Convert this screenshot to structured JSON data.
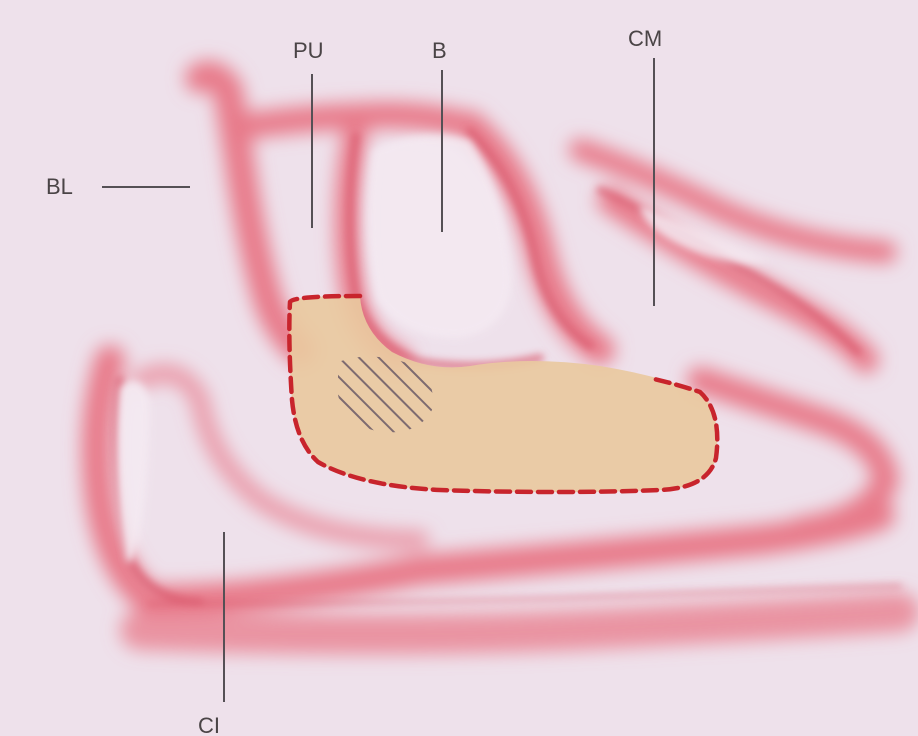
{
  "labels": {
    "pu": "PU",
    "b": "B",
    "cm": "CM",
    "bl": "BL",
    "ci": "CI"
  },
  "colors": {
    "background": "#f0e6ef",
    "tissue": "#e87a8a",
    "tissue_deep": "#d9566b",
    "highlight_fill": "#e9c9a0",
    "dashed_outline": "#c8242c",
    "hatch": "#6b5a66",
    "leader_line": "#555055",
    "label_text": "#4a4446"
  }
}
